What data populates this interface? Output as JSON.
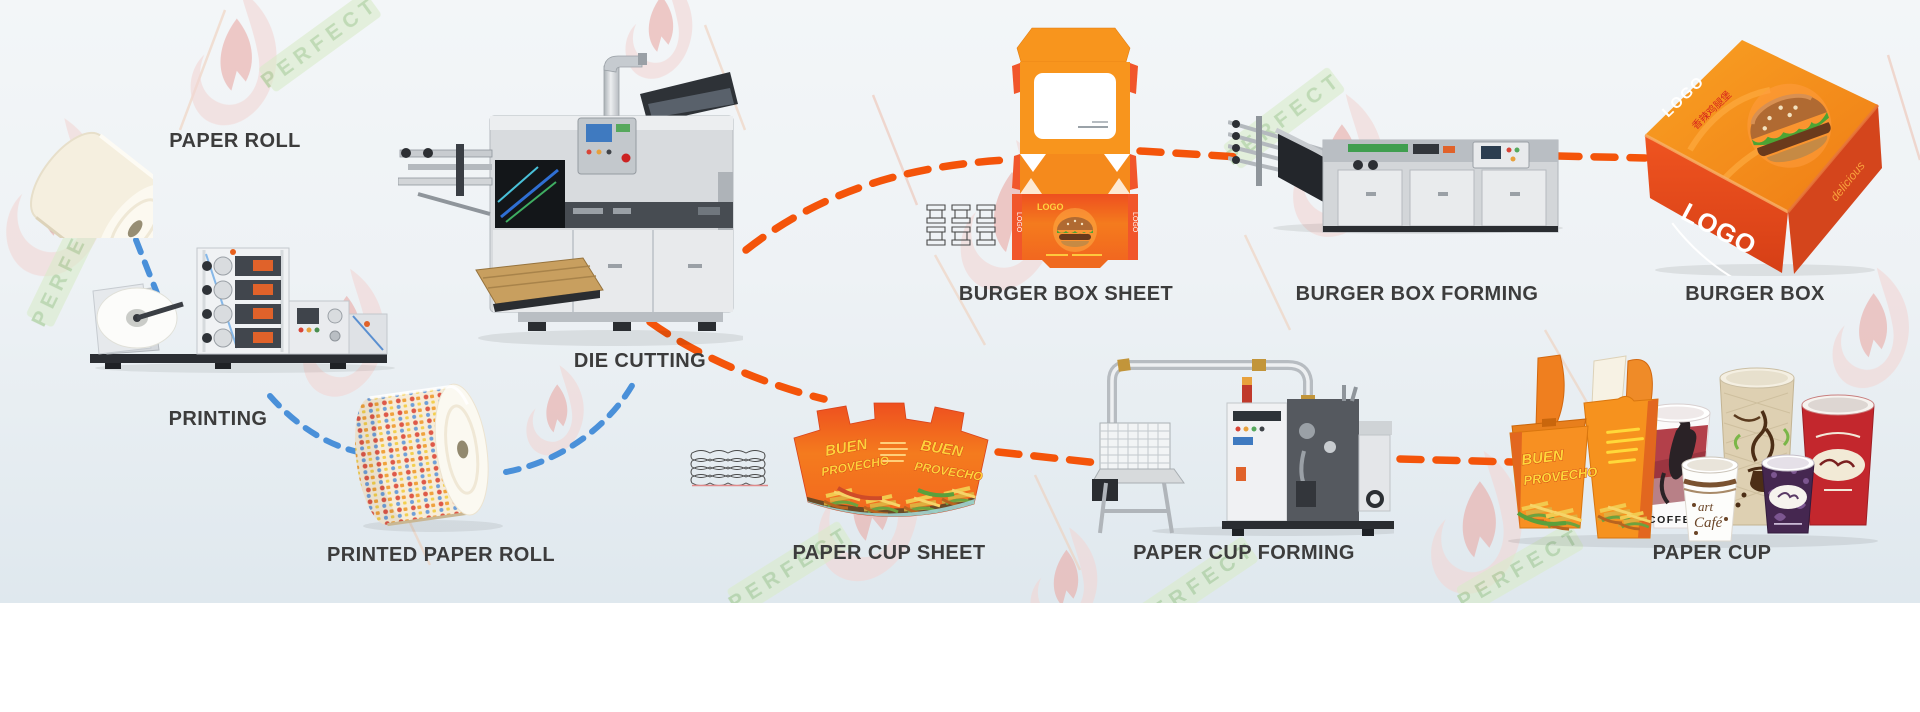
{
  "banner": {
    "watermark_brand": "PERFECT",
    "stages": [
      {
        "id": "paper-roll",
        "label": "PAPER ROLL"
      },
      {
        "id": "printing",
        "label": "PRINTING"
      },
      {
        "id": "printed-paper-roll",
        "label": "PRINTED PAPER ROLL"
      },
      {
        "id": "die-cutting",
        "label": "DIE CUTTING"
      },
      {
        "id": "burger-box-sheet",
        "label": "BURGER BOX SHEET"
      },
      {
        "id": "burger-box-forming",
        "label": "BURGER BOX FORMING"
      },
      {
        "id": "burger-box",
        "label": "BURGER BOX"
      },
      {
        "id": "paper-cup-sheet",
        "label": "PAPER CUP SHEET"
      },
      {
        "id": "paper-cup-forming",
        "label": "PAPER CUP FORMING"
      },
      {
        "id": "paper-cup",
        "label": "PAPER CUP"
      }
    ],
    "connectors": [
      {
        "from": "paper-roll",
        "to": "printing",
        "color": "blue"
      },
      {
        "from": "printing",
        "to": "printed-paper-roll",
        "color": "blue"
      },
      {
        "from": "printed-paper-roll",
        "to": "die-cutting",
        "color": "blue"
      },
      {
        "from": "die-cutting",
        "to": "burger-box-sheet",
        "color": "orange"
      },
      {
        "from": "burger-box-sheet",
        "to": "burger-box-forming",
        "color": "orange"
      },
      {
        "from": "burger-box-forming",
        "to": "burger-box",
        "color": "orange"
      },
      {
        "from": "die-cutting",
        "to": "paper-cup-sheet",
        "color": "orange"
      },
      {
        "from": "paper-cup-sheet",
        "to": "paper-cup-forming",
        "color": "orange"
      },
      {
        "from": "paper-cup-forming",
        "to": "paper-cup",
        "color": "orange"
      }
    ],
    "colors": {
      "connector_blue": "#4a90d9",
      "connector_orange": "#f4540a",
      "label_text": "#3c3c3c",
      "accent_orange": "#f6921e",
      "accent_red_orange": "#f1562b"
    },
    "artwork": {
      "box_sheet_logo": "LOGO",
      "burger_box_lid_logo": "LOGO",
      "burger_box_front_logo": "LOGO",
      "burger_box_side_word": "delicious",
      "burger_box_cn": "香辣鸡腿堡",
      "cup_sheet_word1": "BUEN",
      "cup_sheet_word2": "PROVECHO",
      "noodle_word1": "BUEN",
      "noodle_word2": "PROVECHO",
      "coffee_cup_word": "COFFEE",
      "cafe_cup_line1": "art",
      "cafe_cup_line2": "Café"
    }
  }
}
